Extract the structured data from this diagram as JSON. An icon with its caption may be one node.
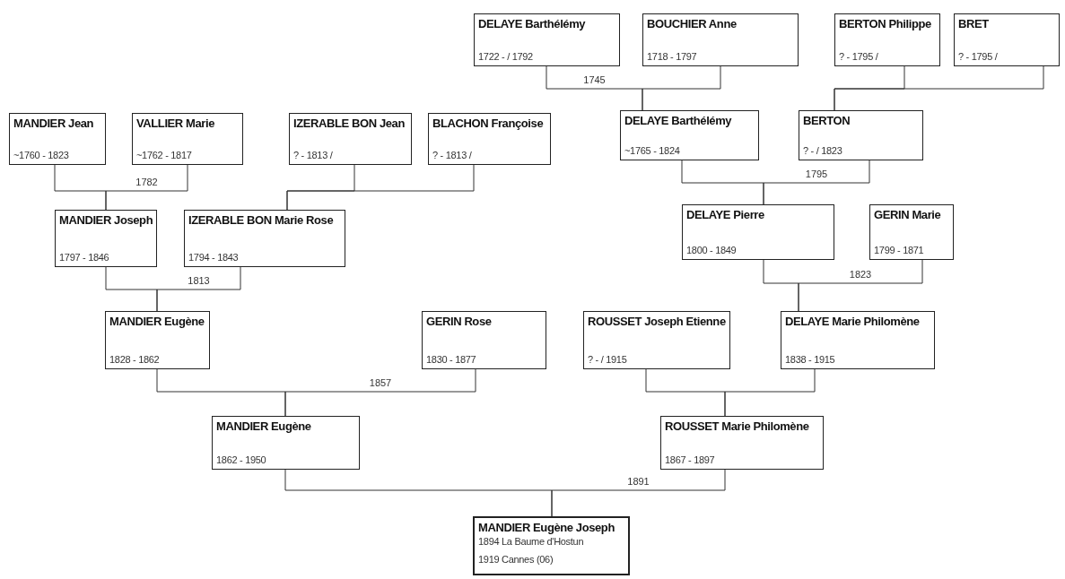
{
  "diagram": {
    "nodes": [
      {
        "text": [
          "DELAYE Barthélémy",
          "1722 - / 1792"
        ]
      },
      {
        "text": [
          "BOUCHIER Anne",
          "1718 - 1797"
        ]
      },
      {
        "text": [
          "BERTON Philippe",
          "? - 1795 /"
        ]
      },
      {
        "text": [
          "BRET",
          "? -  1795 /"
        ]
      },
      {
        "text": [
          "MANDIER Jean",
          "~1760 - 1823"
        ]
      },
      {
        "text": [
          "VALLIER Marie",
          "~1762 - 1817"
        ]
      },
      {
        "text": [
          "IZERABLE BON Jean",
          "? - 1813 /"
        ]
      },
      {
        "text": [
          "BLACHON Françoise",
          "? - 1813 /"
        ]
      },
      {
        "text": [
          "DELAYE Barthélémy",
          "~1765 - 1824"
        ]
      },
      {
        "text": [
          "BERTON",
          "? - / 1823"
        ]
      },
      {
        "text": [
          "MANDIER Joseph",
          "1797 - 1846"
        ]
      },
      {
        "text": [
          "IZERABLE BON Marie Rose",
          "1794 - 1843"
        ]
      },
      {
        "text": [
          "DELAYE Pierre",
          "1800 - 1849"
        ]
      },
      {
        "text": [
          "GERIN Marie",
          "1799 - 1871"
        ]
      },
      {
        "text": [
          "MANDIER Eugène",
          "1828 - 1862"
        ]
      },
      {
        "text": [
          "GERIN Rose",
          "1830 - 1877"
        ]
      },
      {
        "text": [
          "ROUSSET Joseph Etienne",
          "? - / 1915"
        ]
      },
      {
        "text": [
          "DELAYE Marie Philomène",
          "1838 - 1915"
        ]
      },
      {
        "text": [
          "MANDIER Eugène",
          "1862 - 1950"
        ]
      },
      {
        "text": [
          "ROUSSET Marie Philomène",
          "1867 - 1897"
        ]
      },
      {
        "text": [
          "MANDIER Eugène Joseph",
          "1894 La Baume d'Hostun",
          "1919 Cannes (06)"
        ]
      }
    ],
    "edges": [
      {
        "from": 0,
        "to": 8,
        "arrow": "none",
        "label": "1745"
      },
      {
        "from": 1,
        "to": 8,
        "arrow": "none"
      },
      {
        "from": 2,
        "to": 9,
        "arrow": "none"
      },
      {
        "from": 3,
        "to": 9,
        "arrow": "none"
      },
      {
        "from": 4,
        "to": 10,
        "arrow": "none"
      },
      {
        "from": 5,
        "to": 10,
        "arrow": "none",
        "label": "1782"
      },
      {
        "from": 6,
        "to": 11,
        "arrow": "none"
      },
      {
        "from": 7,
        "to": 11,
        "arrow": "none"
      },
      {
        "from": 8,
        "to": 12,
        "arrow": "none"
      },
      {
        "from": 9,
        "to": 12,
        "arrow": "none",
        "label": "1795"
      },
      {
        "from": 10,
        "to": 14,
        "arrow": "none"
      },
      {
        "from": 11,
        "to": 14,
        "arrow": "none",
        "label": "1813"
      },
      {
        "from": 12,
        "to": 17,
        "arrow": "none"
      },
      {
        "from": 13,
        "to": 17,
        "arrow": "none",
        "label": "1823"
      },
      {
        "from": 14,
        "to": 18,
        "arrow": "none"
      },
      {
        "from": 15,
        "to": 18,
        "arrow": "none",
        "label": "1857"
      },
      {
        "from": 16,
        "to": 19,
        "arrow": "none"
      },
      {
        "from": 17,
        "to": 19,
        "arrow": "none"
      },
      {
        "from": 18,
        "to": 20,
        "arrow": "none"
      },
      {
        "from": 19,
        "to": 20,
        "arrow": "none",
        "label": "1891"
      }
    ]
  }
}
